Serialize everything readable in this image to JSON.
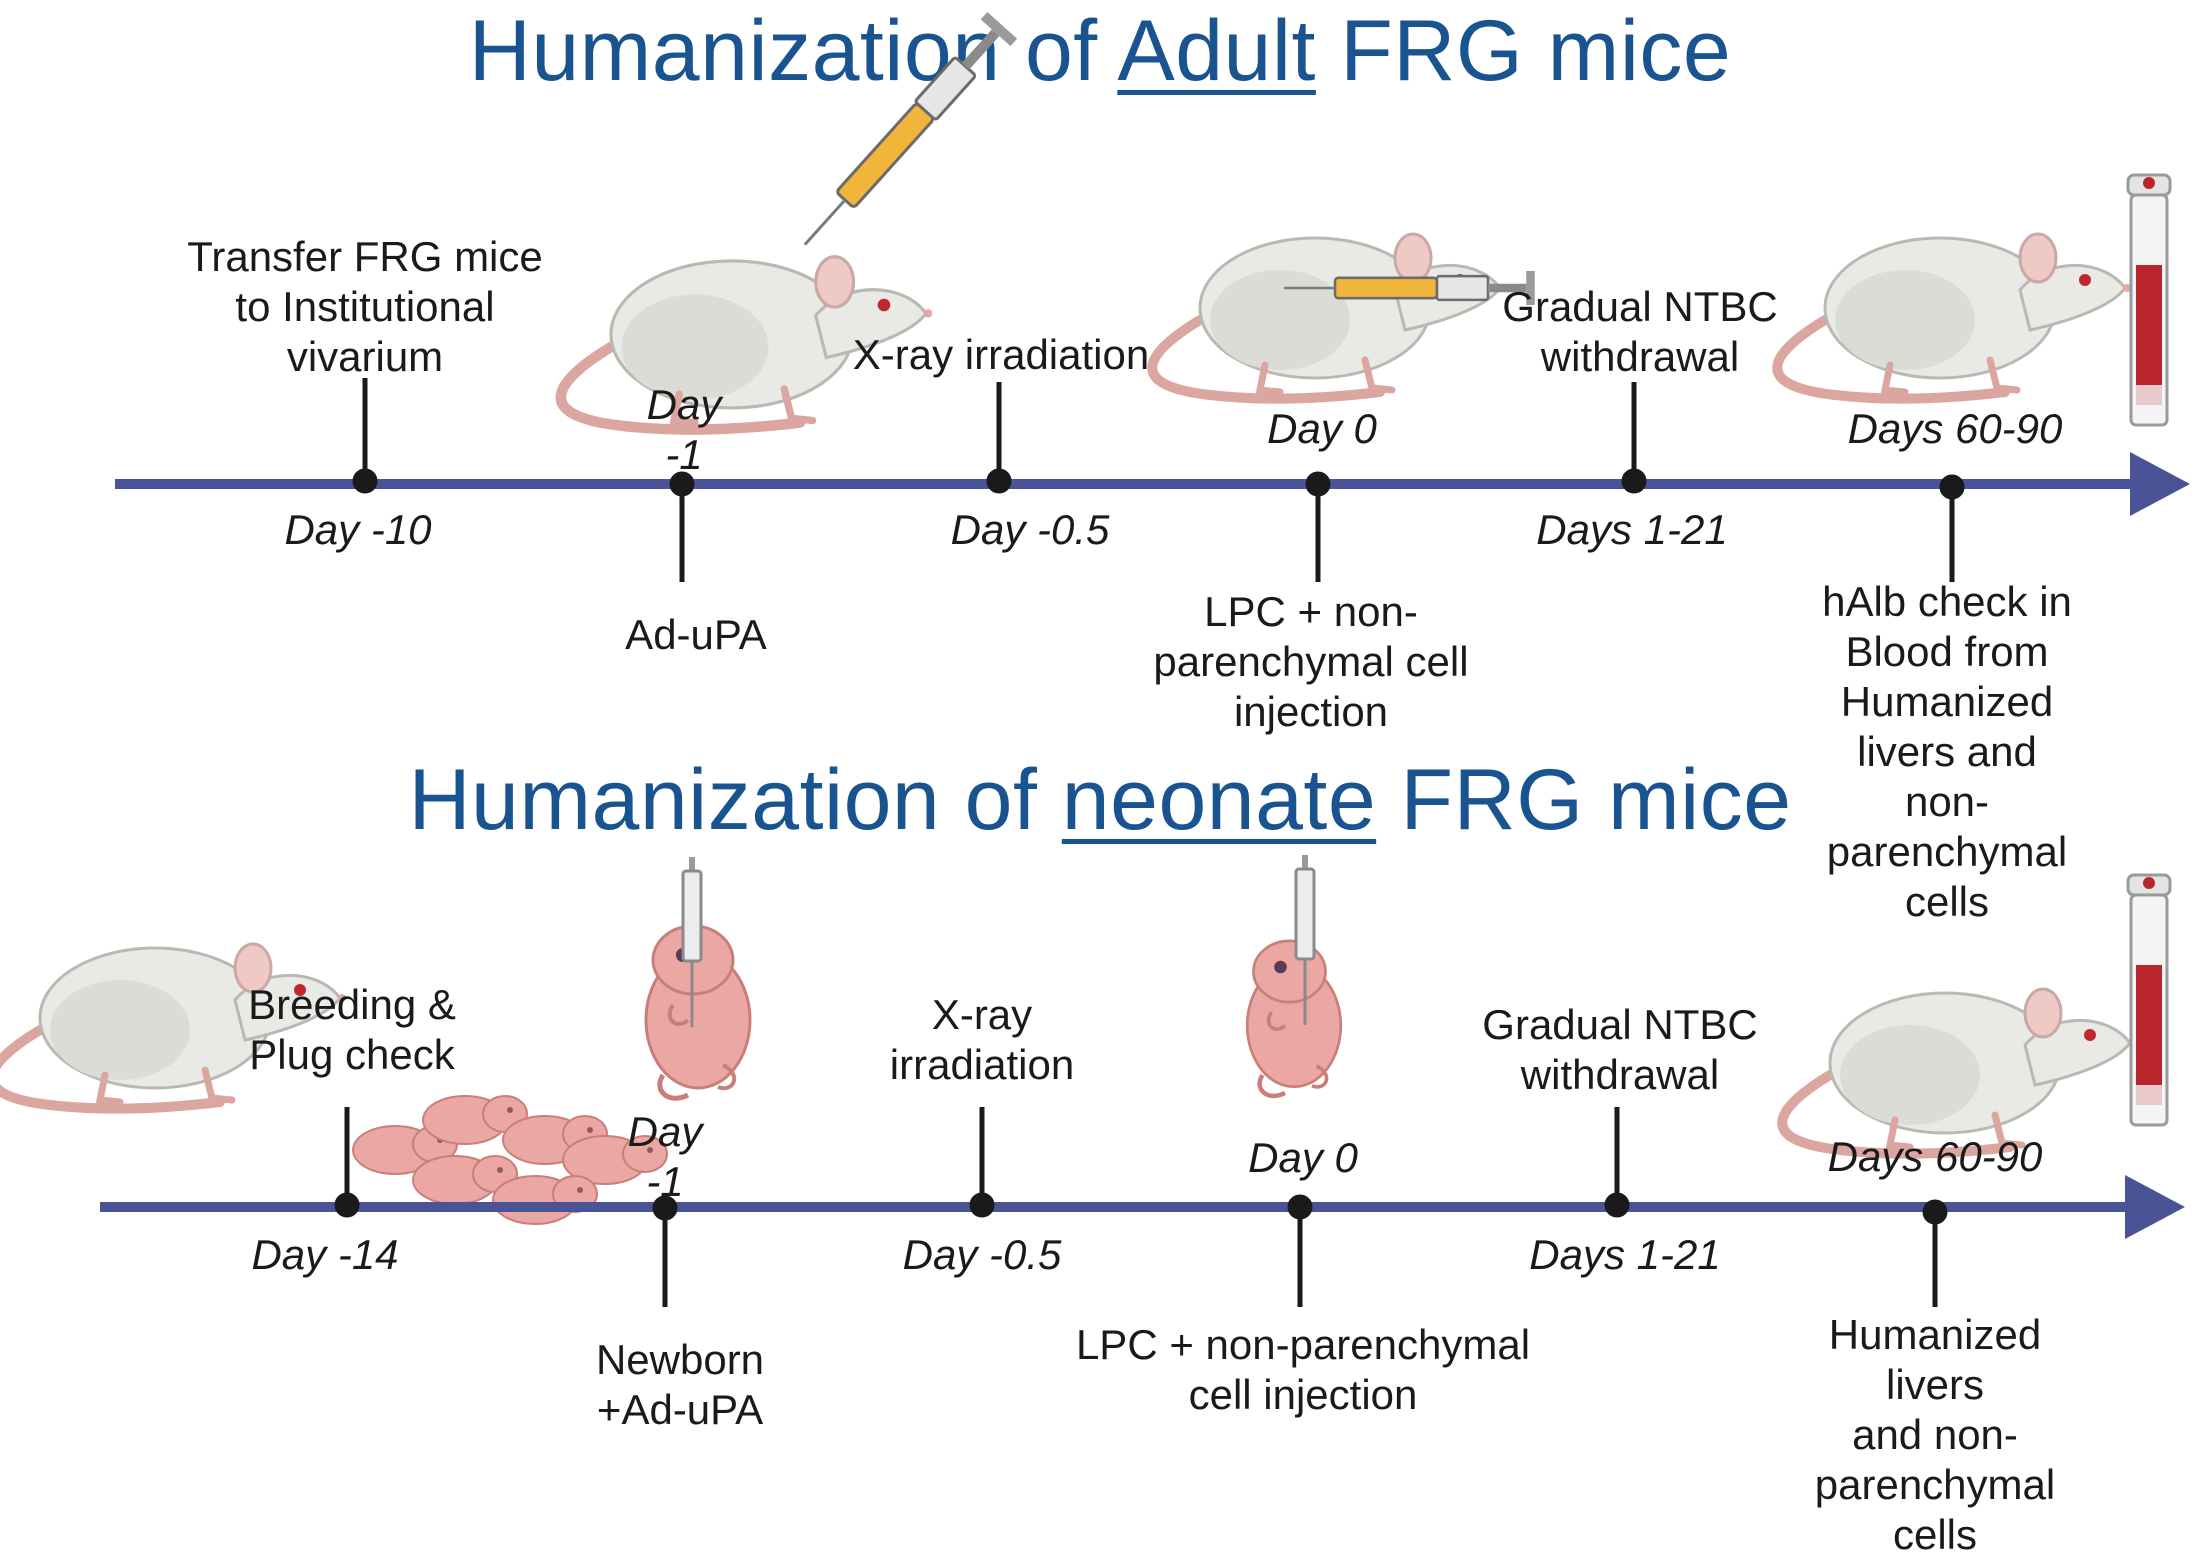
{
  "adult": {
    "title_pre": "Humanization of ",
    "title_u": "Adult",
    "title_post": " FRG mice",
    "events": [
      {
        "label": "Transfer FRG mice\nto Institutional\nvivarium",
        "day": "Day -10"
      },
      {
        "label": "Ad-uPA",
        "day": "Day\n-1"
      },
      {
        "label": "X-ray irradiation",
        "day": "Day -0.5"
      },
      {
        "label": "LPC + non-\nparenchymal cell\ninjection",
        "day": "Day 0"
      },
      {
        "label": "Gradual NTBC\nwithdrawal",
        "day": "Days 1-21"
      },
      {
        "label": "hAlb check in Blood from\nHumanized livers and\nnon-parenchymal cells",
        "day": "Days 60-90"
      }
    ]
  },
  "neonate": {
    "title_pre": "Humanization of ",
    "title_u": "neonate",
    "title_post": " FRG mice",
    "events": [
      {
        "label": "Breeding &\nPlug check",
        "day": "Day -14"
      },
      {
        "label": "Newborn\n+Ad-uPA",
        "day": "Day\n-1"
      },
      {
        "label": "X-ray\nirradiation",
        "day": "Day -0.5"
      },
      {
        "label": "LPC + non-parenchymal\ncell injection",
        "day": "Day 0"
      },
      {
        "label": "Gradual NTBC\nwithdrawal",
        "day": "Days 1-21"
      },
      {
        "label": "Humanized livers\nand non-\nparenchymal cells",
        "day": "Days 60-90"
      }
    ]
  },
  "colors": {
    "title": "#1a5490",
    "axis": "#4a5396",
    "mouse_body": "#e9e9e6",
    "mouse_tail": "#dba6a0",
    "pup": "#eba7a3",
    "syringe_fluid": "#f0b53a",
    "blood": "#b8262b"
  }
}
